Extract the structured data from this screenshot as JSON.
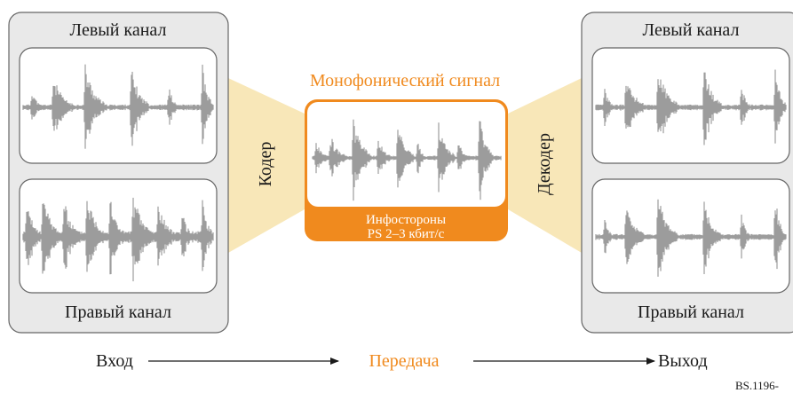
{
  "input_panel": {
    "left_channel_label": "Левый канал",
    "right_channel_label": "Правый канал"
  },
  "output_panel": {
    "left_channel_label": "Левый канал",
    "right_channel_label": "Правый канал"
  },
  "encoder": {
    "label": "Кодер"
  },
  "decoder": {
    "label": "Декодер"
  },
  "mono": {
    "title": "Монофонический сигнал",
    "side_info_line1": "Инфостороны",
    "side_info_line2": "PS 2–3 кбит/с"
  },
  "flow": {
    "input": "Вход",
    "transmission": "Передача",
    "output": "Выход"
  },
  "figure_ref": "BS.1196-",
  "colors": {
    "panel_fill": "#e9e9e9",
    "panel_stroke": "#666666",
    "wave": "#9c9c9c",
    "funnel": "#f8e7b8",
    "accent_orange": "#f08a1e",
    "text": "#1a1a1a"
  }
}
